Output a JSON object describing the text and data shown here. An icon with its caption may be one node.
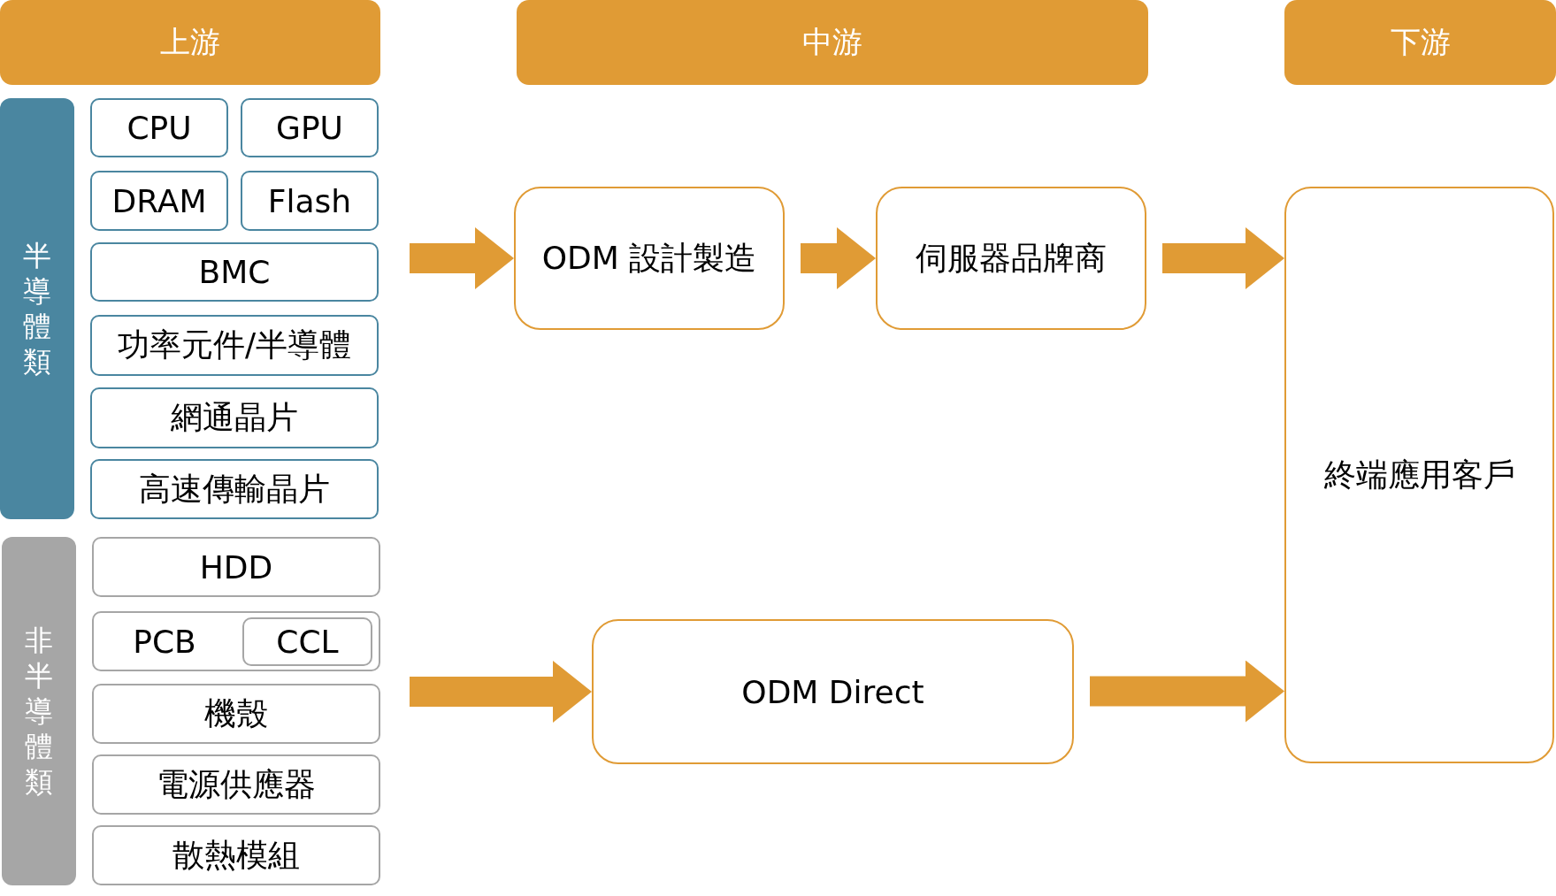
{
  "diagram": {
    "nodes": [
      {
        "text": [
          "上游"
        ]
      },
      {
        "text": [
          "中游"
        ]
      },
      {
        "text": [
          "下游"
        ]
      },
      {
        "text": [
          "半導體類"
        ]
      },
      {
        "text": [
          "CPU"
        ]
      },
      {
        "text": [
          "GPU"
        ]
      },
      {
        "text": [
          "DRAM"
        ]
      },
      {
        "text": [
          "Flash"
        ]
      },
      {
        "text": [
          "BMC"
        ]
      },
      {
        "text": [
          "功率元件/半導體"
        ]
      },
      {
        "text": [
          "網通晶片"
        ]
      },
      {
        "text": [
          "高速傳輸晶片"
        ]
      },
      {
        "text": [
          "非半導體類"
        ]
      },
      {
        "text": [
          "HDD"
        ]
      },
      {
        "text": [
          "PCB"
        ]
      },
      {
        "text": [
          "CCL"
        ],
        "in": 14
      },
      {
        "text": [
          "機殼"
        ]
      },
      {
        "text": [
          "電源供應器"
        ]
      },
      {
        "text": [
          "散熱模組"
        ]
      },
      {
        "text": [
          "ODM 設計製造"
        ]
      },
      {
        "text": [
          "伺服器品牌商"
        ]
      },
      {
        "text": [
          "ODM Direct"
        ]
      },
      {
        "text": [
          "終端應用客戶"
        ]
      }
    ],
    "edges": [
      {
        "from": null,
        "to": 19,
        "arrow": "to"
      },
      {
        "from": 19,
        "to": 20,
        "arrow": "to"
      },
      {
        "from": 20,
        "to": 22,
        "arrow": "to"
      },
      {
        "from": null,
        "to": 21,
        "arrow": "to"
      },
      {
        "from": 21,
        "to": 22,
        "arrow": "to"
      }
    ]
  }
}
